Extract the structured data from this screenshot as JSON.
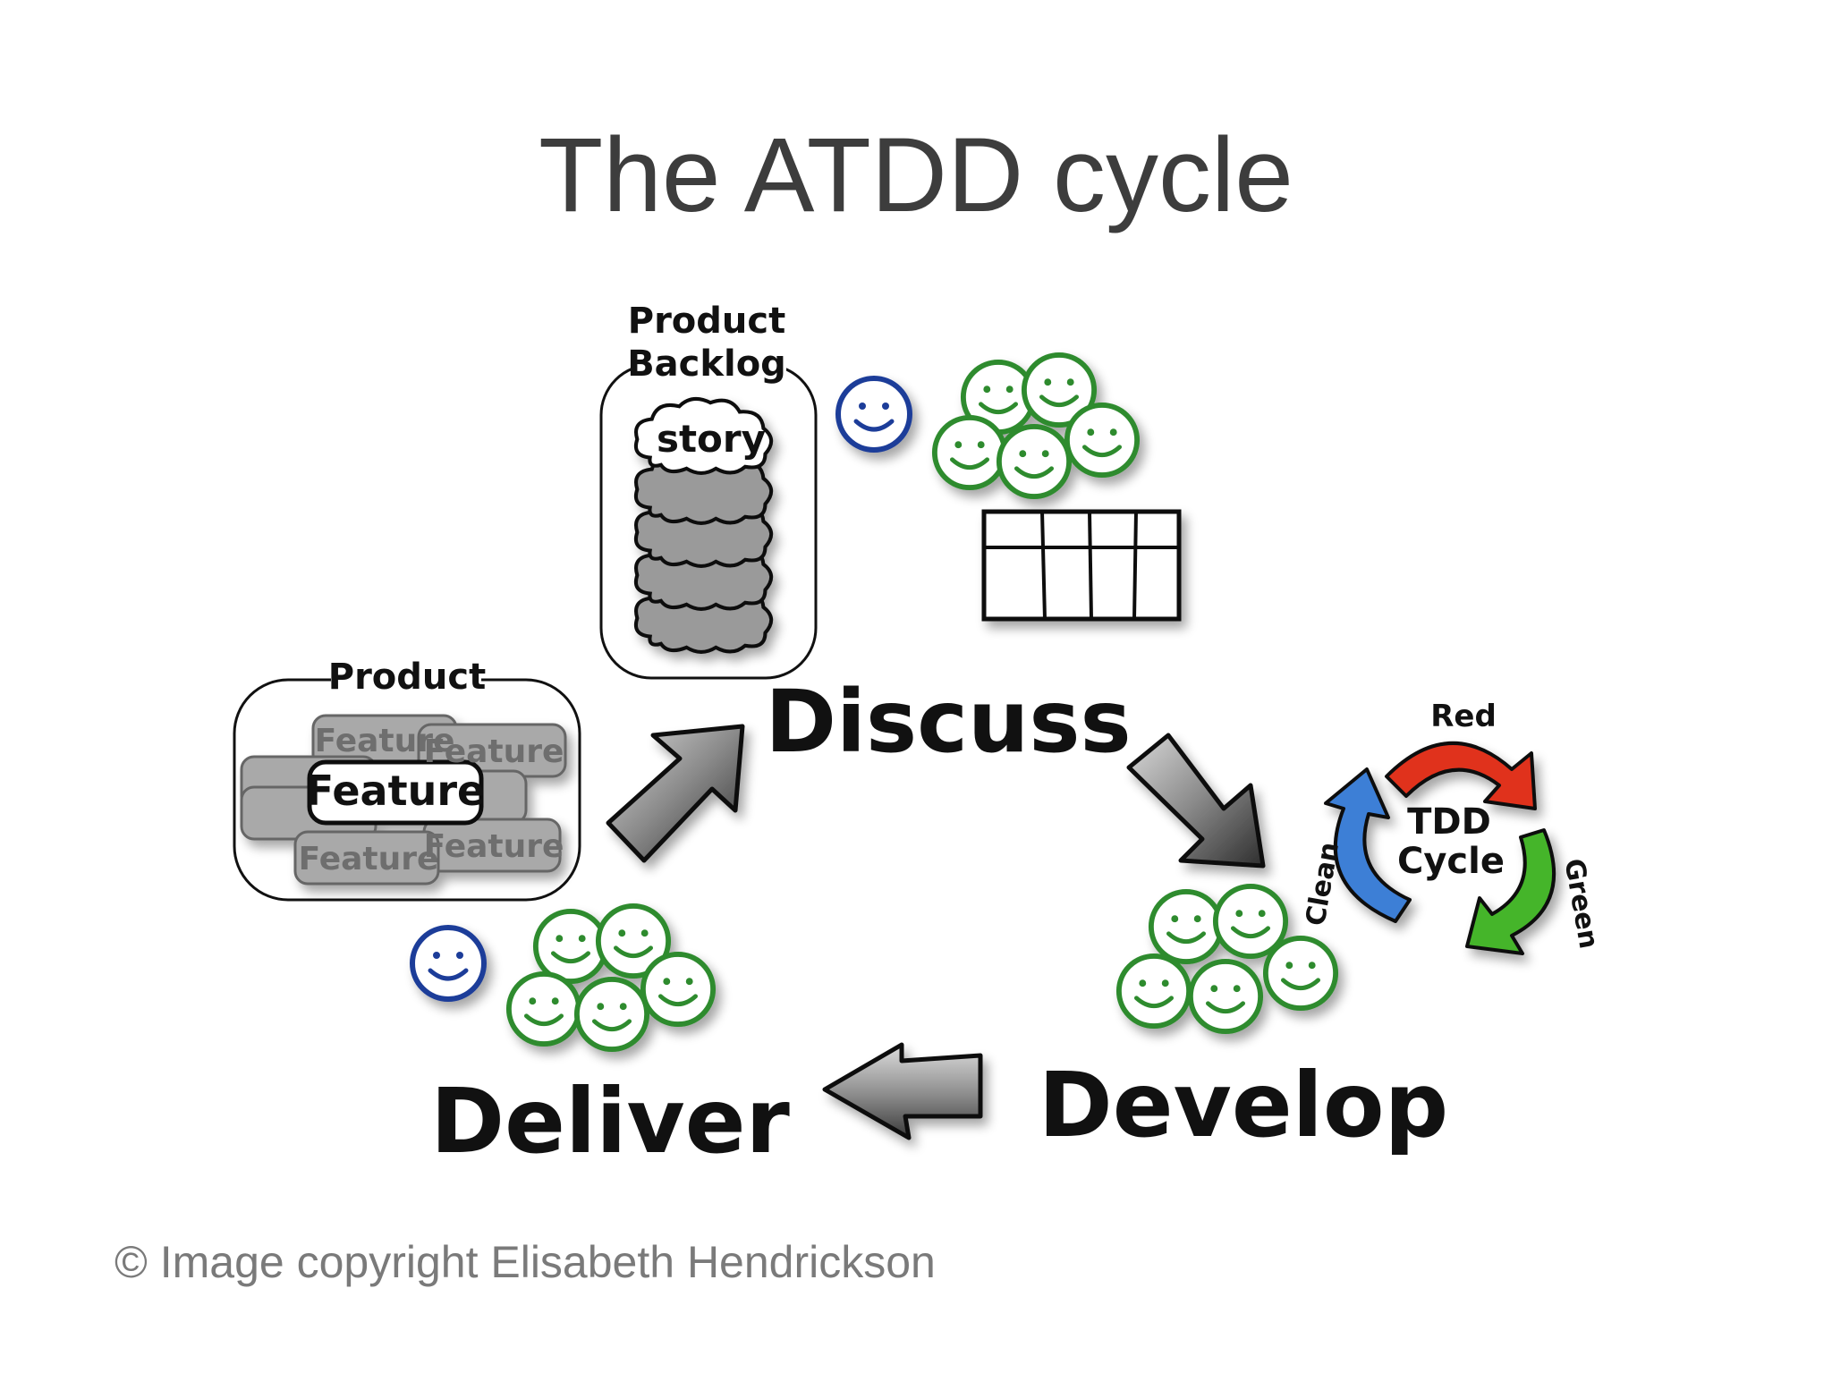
{
  "title": "The ATDD cycle",
  "copyright": "© Image copyright Elisabeth Hendrickson",
  "phases": {
    "discuss": "Discuss",
    "develop": "Develop",
    "deliver": "Deliver"
  },
  "product_backlog": {
    "title_line1": "Product",
    "title_line2": "Backlog",
    "story_label": "story"
  },
  "product": {
    "title": "Product",
    "feature_label": "Feature"
  },
  "tdd_cycle": {
    "center_line1": "TDD",
    "center_line2": "Cycle",
    "red": "Red",
    "green": "Green",
    "clean": "Clean"
  },
  "colors": {
    "smiley_green": "#2e8b2e",
    "smiley_blue": "#1f3d99",
    "arrow_red": "#e0301e",
    "arrow_green": "#44b52a",
    "arrow_blue": "#3d7fd6"
  }
}
